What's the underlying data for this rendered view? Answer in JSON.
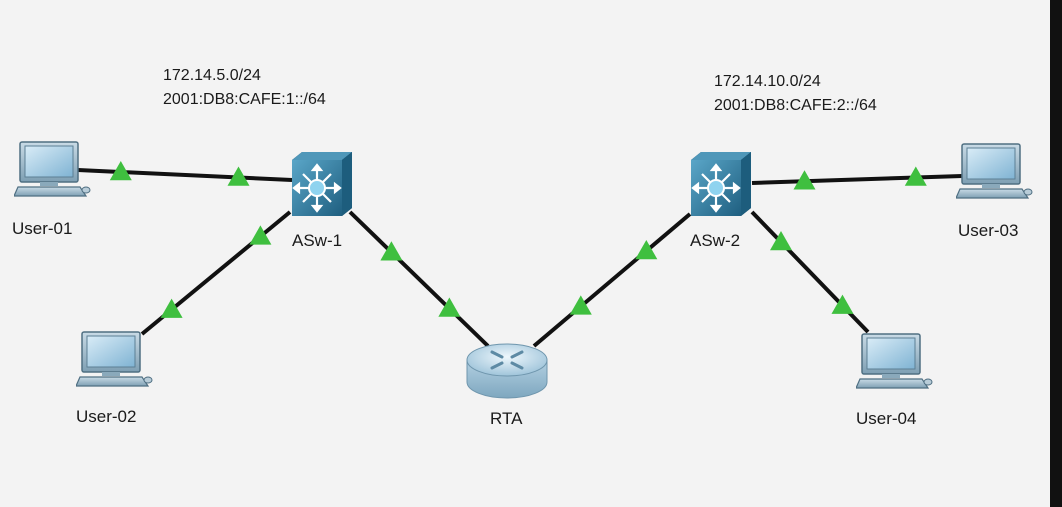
{
  "networks": {
    "left": {
      "ipv4": "172.14.5.0/24",
      "ipv6": "2001:DB8:CAFE:1::/64"
    },
    "right": {
      "ipv4": "172.14.10.0/24",
      "ipv6": "2001:DB8:CAFE:2::/64"
    }
  },
  "devices": {
    "user01": {
      "label": "User-01",
      "icon": "pc-icon"
    },
    "user02": {
      "label": "User-02",
      "icon": "pc-icon"
    },
    "user03": {
      "label": "User-03",
      "icon": "pc-icon"
    },
    "user04": {
      "label": "User-04",
      "icon": "pc-icon"
    },
    "asw1": {
      "label": "ASw-1",
      "icon": "multilayer-switch-icon"
    },
    "asw2": {
      "label": "ASw-2",
      "icon": "multilayer-switch-icon"
    },
    "rta": {
      "label": "RTA",
      "icon": "router-icon"
    }
  },
  "colors": {
    "link": "#111111",
    "link_up_indicator": "#3fbf3f",
    "switch": "#2f7fa0",
    "router": "#b9d6e6"
  }
}
